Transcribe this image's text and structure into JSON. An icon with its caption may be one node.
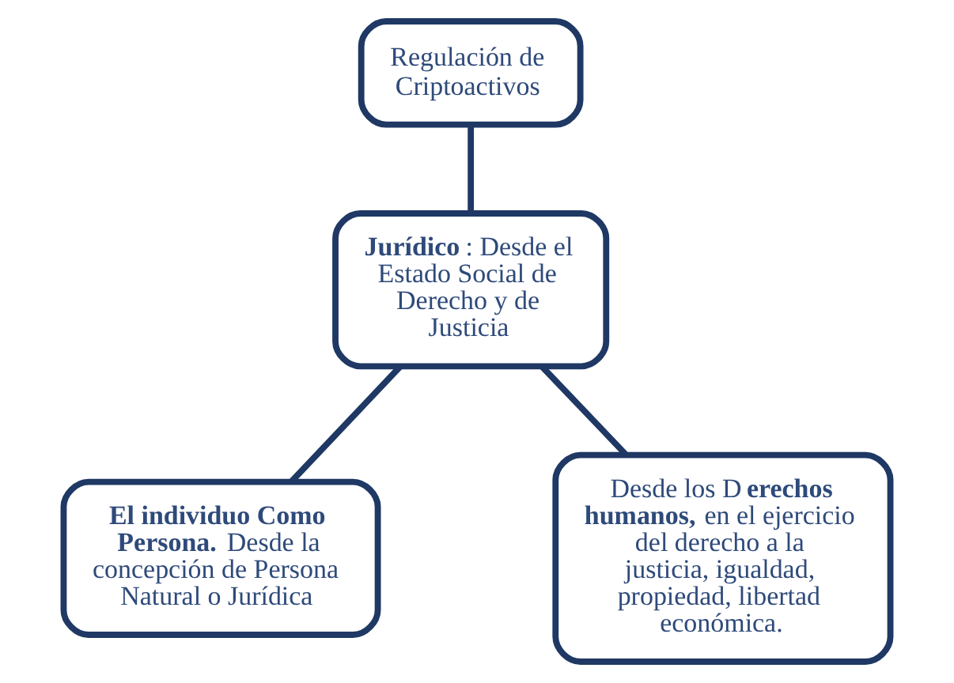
{
  "diagram": {
    "nodes": [
      {
        "text": [
          "Regulación de Criptoactivos"
        ]
      },
      {
        "text": [
          "**Jurídico**: Desde el Estado Social de Derecho y de Justicia"
        ]
      },
      {
        "text": [
          "**El individuo Como Persona.** Desde la concepción de Persona Natural o Jurídica"
        ]
      },
      {
        "text": [
          "Desde los D**erechos humanos,** en el ejercicio del derecho a la justicia, igualdad, propiedad, libertad económica."
        ]
      }
    ],
    "edges": [
      {
        "from": 0,
        "to": 1,
        "arrow": "none"
      },
      {
        "from": 1,
        "to": 2,
        "arrow": "none"
      },
      {
        "from": 1,
        "to": 3,
        "arrow": "none"
      }
    ]
  }
}
